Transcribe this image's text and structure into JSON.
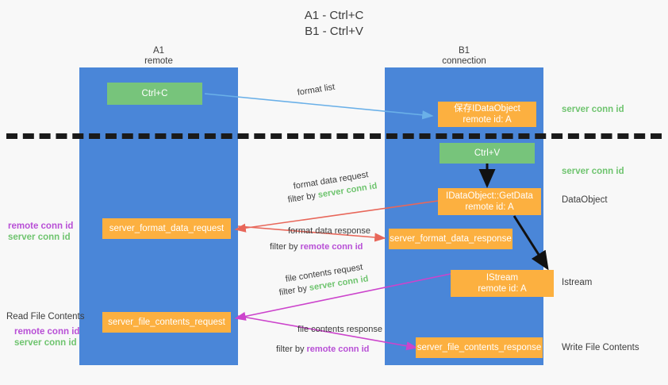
{
  "title": {
    "line1": "A1 - Ctrl+C",
    "line2": "B1 - Ctrl+V"
  },
  "columns": [
    {
      "name": "A1",
      "sub": "remote"
    },
    {
      "name": "B1",
      "sub": "connection"
    }
  ],
  "nodes": {
    "ctrl_c": "Ctrl+C",
    "ctrl_v": "Ctrl+V",
    "save_idataobject_line1": "保存IDataObject",
    "save_idataobject_line2": "remote id: A",
    "getdata_line1": "IDataObject::GetData",
    "getdata_line2": "remote id: A",
    "istream_line1": "IStream",
    "istream_line2": "remote id: A",
    "server_format_data_request": "server_format_data_request",
    "server_format_data_response": "server_format_data_response",
    "server_file_contents_request": "server_file_contents_request",
    "server_file_contents_response": "server_file_contents_response"
  },
  "right_labels": {
    "server_conn_id_1": "server conn id",
    "server_conn_id_2": "server conn id",
    "dataobject": "DataObject",
    "istream": "Istream",
    "write_file_contents": "Write File Contents"
  },
  "left_labels": {
    "remote_conn_id_1": "remote conn id",
    "server_conn_id_1": "server conn id",
    "read_file_contents": "Read File Contents",
    "remote_conn_id_2": "remote conn id",
    "server_conn_id_2": "server conn id"
  },
  "edges": {
    "format_list": "format list",
    "format_data_request": "format data request",
    "filter_by_1_prefix": "filter by ",
    "filter_by_1_value": "server conn id",
    "format_data_response": "format data response",
    "filter_by_2_prefix": "filter by ",
    "filter_by_2_value": "remote conn id",
    "file_contents_request": "file contents request",
    "filter_by_3_prefix": "filter by ",
    "filter_by_3_value": "server conn id",
    "file_contents_response": "file contents response",
    "filter_by_4_prefix": "filter by ",
    "filter_by_4_value": "remote conn id"
  },
  "colors": {
    "lane": "#4a86d8",
    "green_node": "#77c47b",
    "orange_node": "#fcb040",
    "server_conn_id": "#6fc46f",
    "remote_conn_id": "#b84fd6",
    "arrow_blue": "#6ab0e8",
    "arrow_red": "#e8675a",
    "arrow_magenta": "#cc44cc",
    "arrow_black": "#111111"
  }
}
